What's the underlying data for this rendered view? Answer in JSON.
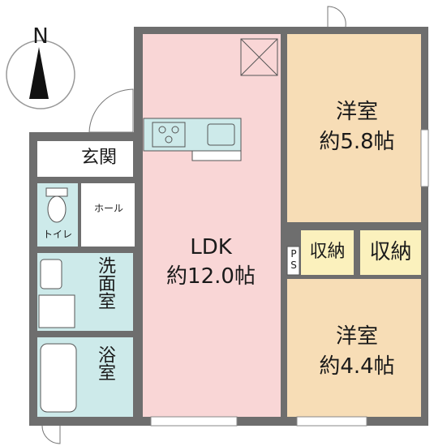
{
  "compass": {
    "north_label": "N"
  },
  "rooms": {
    "ldk": {
      "name": "LDK",
      "size": "約12.0帖"
    },
    "western_room_1": {
      "name": "洋室",
      "size": "約5.8帖"
    },
    "western_room_2": {
      "name": "洋室",
      "size": "約4.4帖"
    },
    "storage_1": {
      "name": "収納"
    },
    "storage_2": {
      "name": "収納"
    },
    "entrance": {
      "name": "玄関"
    },
    "hall": {
      "name": "ホール"
    },
    "toilet": {
      "name": "トイレ"
    },
    "washroom": {
      "name": "洗面室"
    },
    "bathroom": {
      "name": "浴室"
    },
    "pipe_space": {
      "name": "PS"
    }
  },
  "colors": {
    "ldk": "#f9d6d6",
    "western_room": "#f7ddb6",
    "storage": "#fbf1bd",
    "wet_area": "#cdeaea",
    "entrance": "#ffffff",
    "wall": "#6e6e6e"
  }
}
